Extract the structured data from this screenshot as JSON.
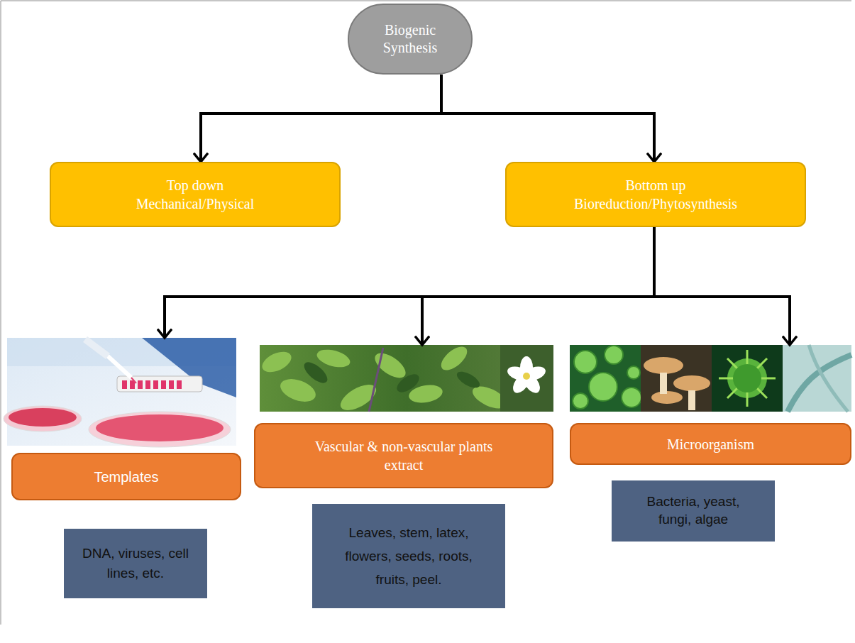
{
  "diagram": {
    "nodes": [
      {
        "text": [
          "Biogenic Synthesis"
        ]
      },
      {
        "text": [
          "Top down Mechanical/Physical"
        ]
      },
      {
        "text": [
          "Bottom up Bioreduction/Phytosynthesis"
        ]
      },
      {
        "text": [
          "Templates"
        ]
      },
      {
        "text": [
          "Vascular & non-vascular plants extract"
        ]
      },
      {
        "text": [
          "Microorganism"
        ]
      },
      {
        "text": [
          "DNA, viruses, cell lines, etc."
        ]
      },
      {
        "text": [
          "Leaves, stem, latex, flowers, seeds, roots, fruits, peel."
        ]
      },
      {
        "text": [
          "Bacteria, yeast, fungi, algae"
        ]
      }
    ],
    "edges": [
      {
        "from": 0,
        "to": 1,
        "arrow": "to"
      },
      {
        "from": 0,
        "to": 2,
        "arrow": "to"
      },
      {
        "from": 2,
        "to": 3,
        "arrow": "to"
      },
      {
        "from": 2,
        "to": 4,
        "arrow": "to"
      },
      {
        "from": 2,
        "to": 5,
        "arrow": "to"
      }
    ]
  }
}
